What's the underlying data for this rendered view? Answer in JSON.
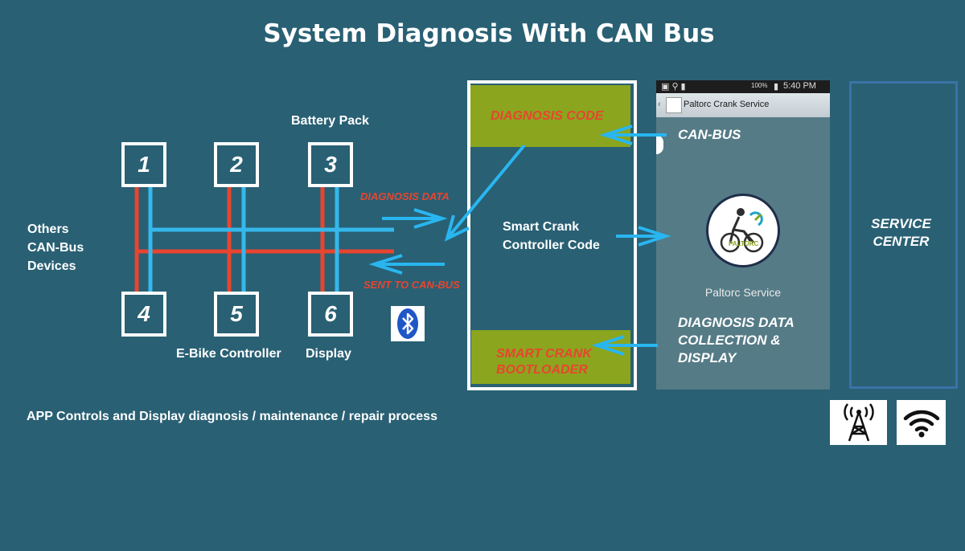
{
  "title": "System Diagnosis With CAN Bus",
  "nodes": [
    "1",
    "2",
    "3",
    "4",
    "5",
    "6"
  ],
  "labels": {
    "battery_pack": "Battery Pack",
    "others_line1": "Others",
    "others_line2": "CAN-Bus",
    "others_line3": "Devices",
    "ebike_controller": "E-Bike Controller",
    "display": "Display",
    "diagnosis_data": "DIAGNOSIS DATA",
    "sent_to_can_bus": "SENT TO CAN-BUS"
  },
  "controller": {
    "diagnosis_code": "DIAGNOSIS CODE",
    "smart_crank_line1": "Smart Crank",
    "smart_crank_line2": "Controller Code",
    "bootloader_line1": "SMART CRANK",
    "bootloader_line2": "BOOTLOADER"
  },
  "phone": {
    "status_time": "5:40 PM",
    "status_battery": "100%",
    "app_title": "Paltorc Crank Service",
    "logo_text": "PALTORC",
    "service_label": "Paltorc Service",
    "can_bus": "CAN-BUS",
    "collection_line1": "DIAGNOSIS DATA",
    "collection_line2": "COLLECTION &",
    "collection_line3": "DISPLAY"
  },
  "service_center": {
    "line1": "SERVICE",
    "line2": "CENTER"
  },
  "footer": "APP Controls and Display diagnosis / maintenance / repair process",
  "icons": [
    "bluetooth-icon",
    "cell-tower-icon",
    "wifi-icon"
  ],
  "colors": {
    "background": "#296074",
    "bus_red": "#e8452f",
    "bus_blue": "#35b8ec",
    "green": "#8ba51e",
    "arrow": "#29b6f0"
  }
}
